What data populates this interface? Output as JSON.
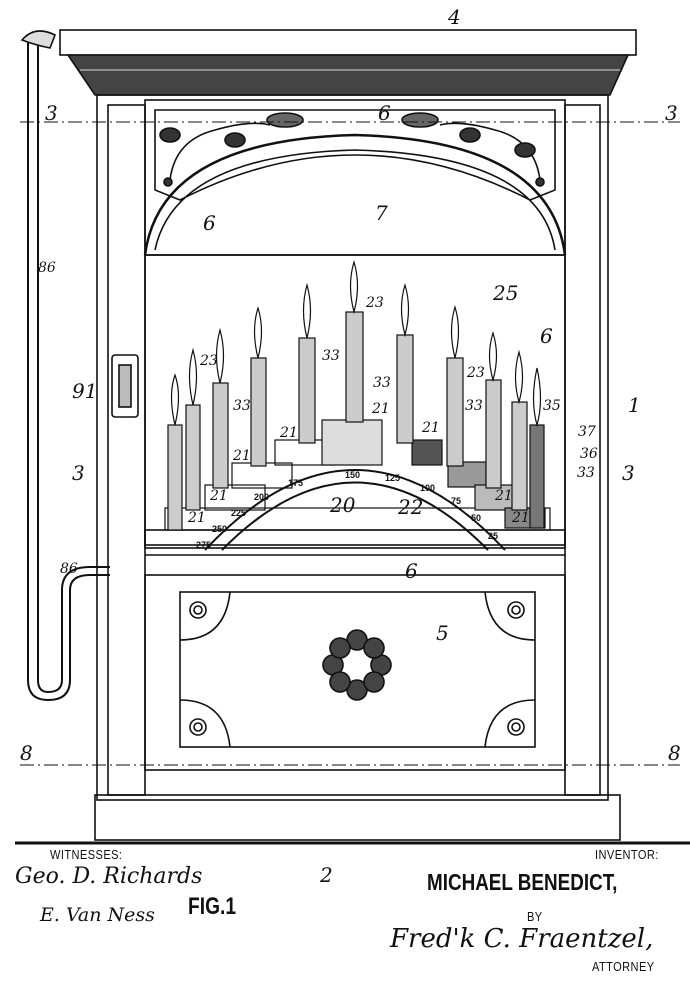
{
  "figure": {
    "fig_label": "FIG.1",
    "reference_numerals": [
      "4",
      "3",
      "3",
      "6",
      "6",
      "6",
      "6",
      "7",
      "25",
      "23",
      "23",
      "23",
      "33",
      "33",
      "33",
      "33",
      "33",
      "21",
      "21",
      "21",
      "21",
      "21",
      "21",
      "21",
      "21",
      "35",
      "37",
      "36",
      "1",
      "3",
      "3",
      "91",
      "86",
      "86",
      "20",
      "22",
      "5",
      "8",
      "8",
      "2"
    ],
    "dial_numbers": [
      "275",
      "250",
      "225",
      "200",
      "175",
      "150",
      "125",
      "100",
      "75",
      "50",
      "25"
    ]
  },
  "footer": {
    "witnesses_label": "WITNESSES:",
    "witness_1": "Geo. D. Richards",
    "witness_2": "E. Van Ness",
    "inventor_label": "INVENTOR:",
    "inventor_name": "MICHAEL BENEDICT,",
    "by_label": "BY",
    "attorney_signature": "Fred'k C. Fraentzel,",
    "attorney_label": "ATTORNEY"
  }
}
